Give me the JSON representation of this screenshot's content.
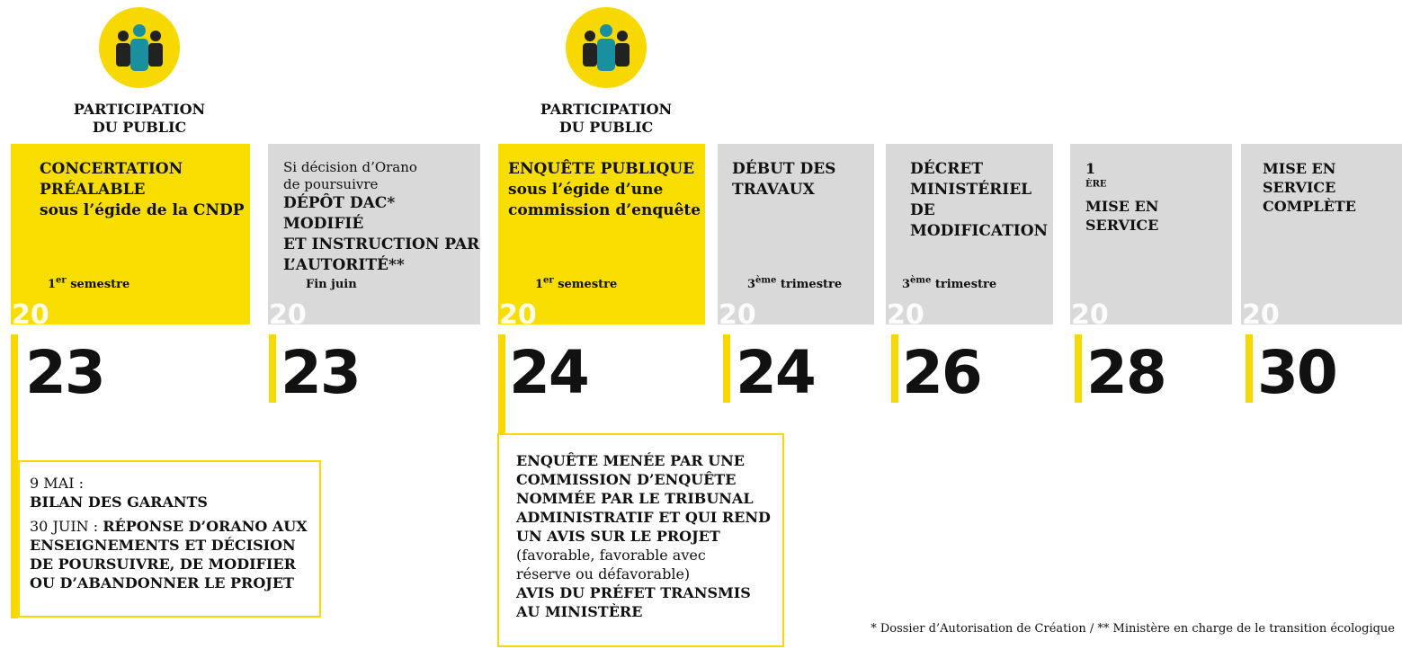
{
  "participation": [
    {
      "line1": "PARTICIPATION",
      "line2": "DU PUBLIC"
    },
    {
      "line1": "PARTICIPATION",
      "line2": "DU PUBLIC"
    }
  ],
  "steps": [
    {
      "title_lines": [
        "CONCERTATION",
        "PRÉALABLE",
        "sous l’égide de la CNDP"
      ],
      "period_num": "1",
      "period_sup": "er",
      "period_text": " semestre",
      "century": "20",
      "year": "23",
      "color": "#f8dd00"
    },
    {
      "pre_lines": [
        "Si décision d’Orano",
        "de poursuivre"
      ],
      "title_lines": [
        "DÉPÔT DAC* MODIFIÉ",
        "ET INSTRUCTION PAR",
        "L’AUTORITÉ**"
      ],
      "period_text": "Fin juin",
      "century": "20",
      "year": "23",
      "color": "#d9d9d9"
    },
    {
      "title_lines": [
        "ENQUÊTE PUBLIQUE",
        "sous l’égide d’une",
        "commission d’enquête"
      ],
      "period_num": "1",
      "period_sup": "er",
      "period_text": " semestre",
      "century": "20",
      "year": "24",
      "color": "#f8dd00"
    },
    {
      "title_lines": [
        "DÉBUT DES",
        "TRAVAUX"
      ],
      "period_num": "3",
      "period_sup": "ème",
      "period_text": " trimestre",
      "century": "20",
      "year": "24",
      "color": "#d9d9d9"
    },
    {
      "title_lines": [
        "DÉCRET",
        "MINISTÉRIEL DE",
        "MODIFICATION"
      ],
      "period_num": "3",
      "period_sup": "ème",
      "period_text": " trimestre",
      "century": "20",
      "year": "26",
      "color": "#d9d9d9"
    },
    {
      "title_num": "1",
      "title_sup": "ÈRE",
      "title_lines": [
        " MISE EN",
        "SERVICE"
      ],
      "century": "20",
      "year": "28",
      "color": "#d9d9d9"
    },
    {
      "title_lines": [
        "MISE EN SERVICE",
        "COMPLÈTE"
      ],
      "century": "20",
      "year": "30",
      "color": "#d9d9d9"
    }
  ],
  "note1": {
    "date1": "9 MAI :",
    "text1": "BILAN DES GARANTS",
    "date2": "30 JUIN : ",
    "text2_lines": [
      "RÉPONSE D’ORANO AUX",
      "ENSEIGNEMENTS ET DÉCISION",
      "DE POURSUIVRE, DE MODIFIER",
      "OU D’ABANDONNER LE PROJET"
    ]
  },
  "note2": {
    "bold1_lines": [
      "ENQUÊTE MENÉE PAR UNE",
      "COMMISSION D’ENQUÊTE",
      "NOMMÉE PAR LE TRIBUNAL",
      "ADMINISTRATIF ET QUI REND",
      "UN AVIS SUR LE PROJET"
    ],
    "normal_lines": [
      "(favorable, favorable avec",
      "réserve ou défavorable)"
    ],
    "bold2_lines": [
      "AVIS DU PRÉFET TRANSMIS",
      "AU MINISTÈRE"
    ]
  },
  "footnote": "* Dossier d’Autorisation de Création / ** Ministère en charge de le transition écologique",
  "colors": {
    "accent": "#f7d800",
    "gray": "#d9d9d9",
    "icon_teal": "#1a8fa0",
    "icon_dark": "#222222"
  },
  "icons": [
    "people-group-icon"
  ]
}
